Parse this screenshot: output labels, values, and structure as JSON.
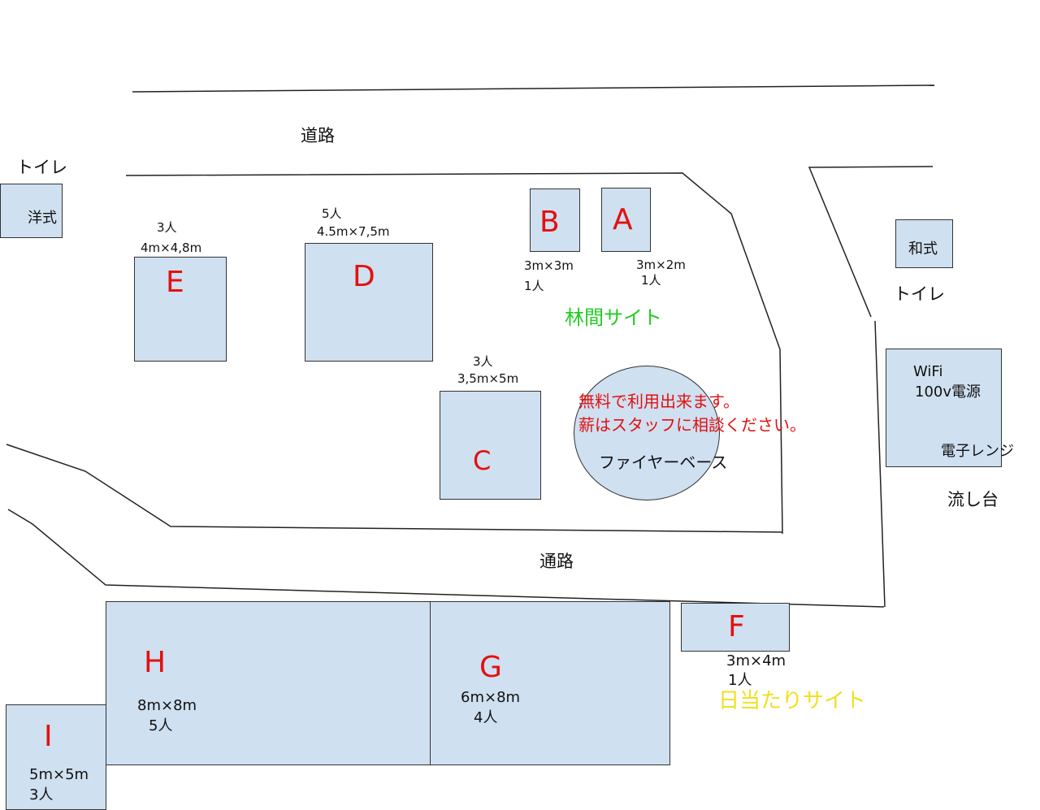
{
  "labels": {
    "road_top": "道路",
    "road_mid": "通路",
    "toilet_left": "トイレ",
    "toilet_left_type": "洋式",
    "toilet_right": "トイレ",
    "toilet_right_type": "和式",
    "forest_site": "林間サイト",
    "sunny_site": "日当たりサイト",
    "fire_base": "ファイヤーベース",
    "fire_note_1": "無料で利用出来ます。",
    "fire_note_2": "薪はスタッフに相談ください。",
    "facility_wifi": "WiFi",
    "facility_power": "100v電源",
    "facility_microwave": "電子レンジ",
    "facility_sink": "流し台"
  },
  "sites": {
    "A": {
      "letter": "A",
      "size": "3m×2m",
      "people": "1人"
    },
    "B": {
      "letter": "B",
      "size": "3m×3m",
      "people": "1人"
    },
    "C": {
      "letter": "C",
      "size": "3,5m×5m",
      "people": "3人"
    },
    "D": {
      "letter": "D",
      "size": "4.5m×7,5m",
      "people": "5人"
    },
    "E": {
      "letter": "E",
      "size": "4m×4,8m",
      "people": "3人"
    },
    "F": {
      "letter": "F",
      "size": "3m×4m",
      "people": "1人"
    },
    "G": {
      "letter": "G",
      "size": "6m×8m",
      "people": "4人"
    },
    "H": {
      "letter": "H",
      "size": "8m×8m",
      "people": "5人"
    },
    "I": {
      "letter": "I",
      "size": "5m×5m",
      "people": "3人"
    }
  },
  "colors": {
    "plot_fill": "#cfe0f0",
    "letter": "#e31010",
    "forest": "#22cc22",
    "sunny": "#f0e020"
  }
}
